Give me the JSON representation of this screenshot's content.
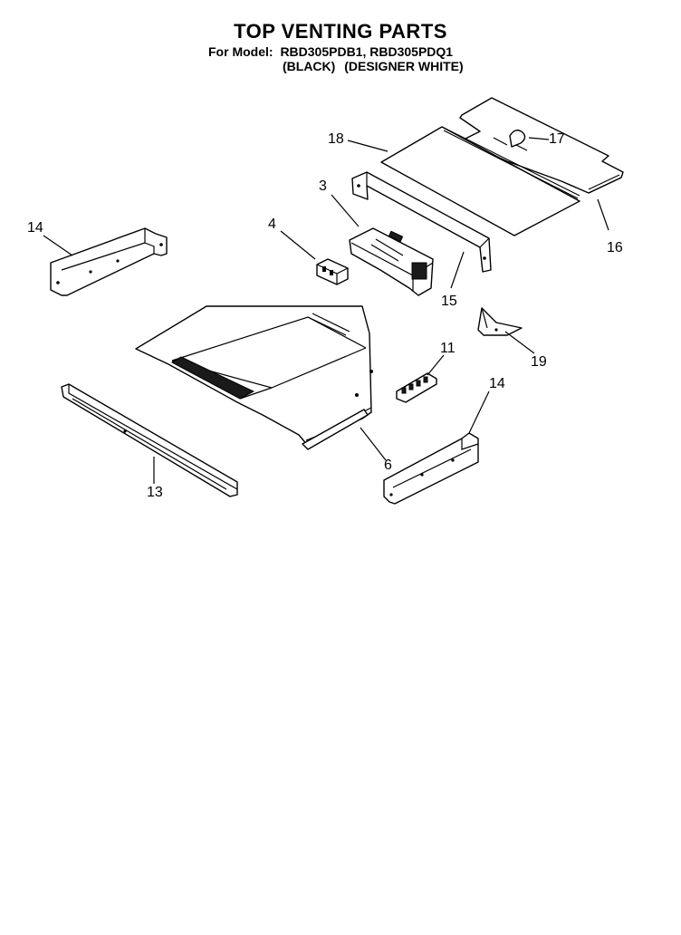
{
  "header": {
    "title": "TOP VENTING PARTS",
    "model_prefix": "For Model:",
    "models": "RBD305PDB1, RBD305PDQ1",
    "finish_black": "(BLACK)",
    "finish_white": "(DESIGNER WHITE)"
  },
  "callouts": {
    "c18": "18",
    "c17": "17",
    "c3": "3",
    "c16": "16",
    "c14_left": "14",
    "c4": "4",
    "c15": "15",
    "c11": "11",
    "c19": "19",
    "c14_right": "14",
    "c6": "6",
    "c13": "13"
  }
}
